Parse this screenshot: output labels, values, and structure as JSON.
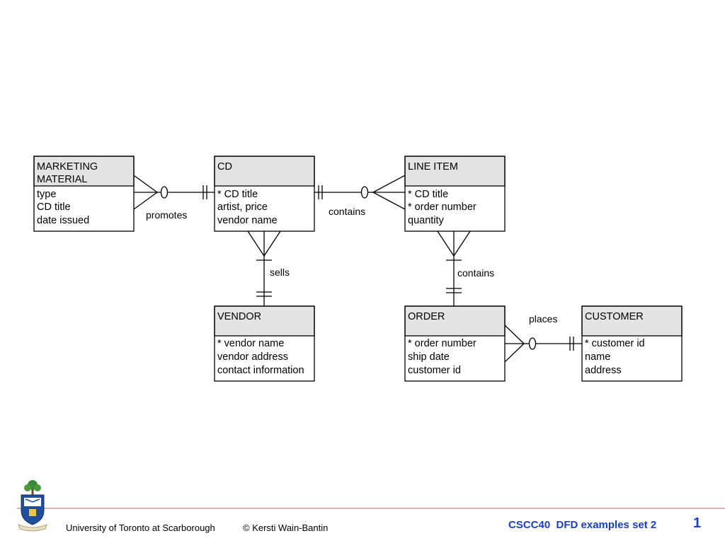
{
  "entities": {
    "marketing": {
      "title": [
        "MARKETING",
        "MATERIAL"
      ],
      "attributes": [
        "type",
        "CD title",
        "date issued"
      ]
    },
    "cd": {
      "title": [
        "CD"
      ],
      "attributes": [
        "* CD title",
        "artist, price",
        "vendor name"
      ]
    },
    "lineitem": {
      "title": [
        "LINE ITEM"
      ],
      "attributes": [
        "* CD title",
        "* order number",
        "quantity"
      ]
    },
    "vendor": {
      "title": [
        "VENDOR"
      ],
      "attributes": [
        "* vendor name",
        "vendor address",
        "contact information"
      ]
    },
    "order": {
      "title": [
        "ORDER"
      ],
      "attributes": [
        "* order number",
        "ship date",
        "customer id"
      ]
    },
    "customer": {
      "title": [
        "CUSTOMER"
      ],
      "attributes": [
        "* customer id",
        "name",
        "address"
      ]
    }
  },
  "relationships": {
    "promotes": "promotes",
    "contains_cd_lineitem": "contains",
    "sells": "sells",
    "contains_lineitem_order": "contains",
    "places": "places"
  },
  "footer": {
    "institution": "University of Toronto at Scarborough",
    "copyright": "© Kersti Wain-Bantin",
    "course": "CSCC40  DFD examples set 2",
    "page": "1"
  },
  "colors": {
    "header_fill": "#e4e4e4",
    "footer_accent": "#1a3ec0",
    "footer_rule": "#e0b0b0"
  }
}
